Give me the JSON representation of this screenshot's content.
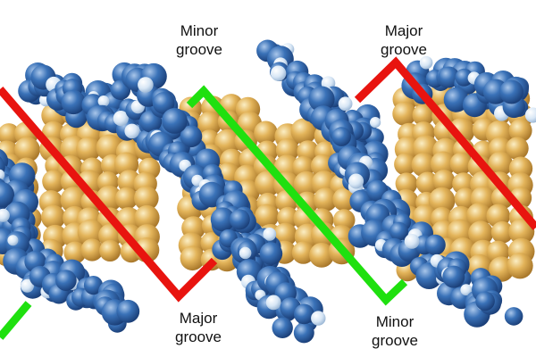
{
  "labels": {
    "minor_top": {
      "line1": "Minor",
      "line2": "groove"
    },
    "major_top": {
      "line1": "Major",
      "line2": "groove"
    },
    "major_bottom": {
      "line1": "Major",
      "line2": "groove"
    },
    "minor_bottom": {
      "line1": "Minor",
      "line2": "groove"
    }
  },
  "colors": {
    "major_groove_line": "#e8140f",
    "minor_groove_line": "#1fe00f",
    "backbone_atom": "#2f64a8",
    "backbone_highlight": "#cfe0f2",
    "base_atom": "#d9a441",
    "base_highlight": "#f7e3a8"
  }
}
